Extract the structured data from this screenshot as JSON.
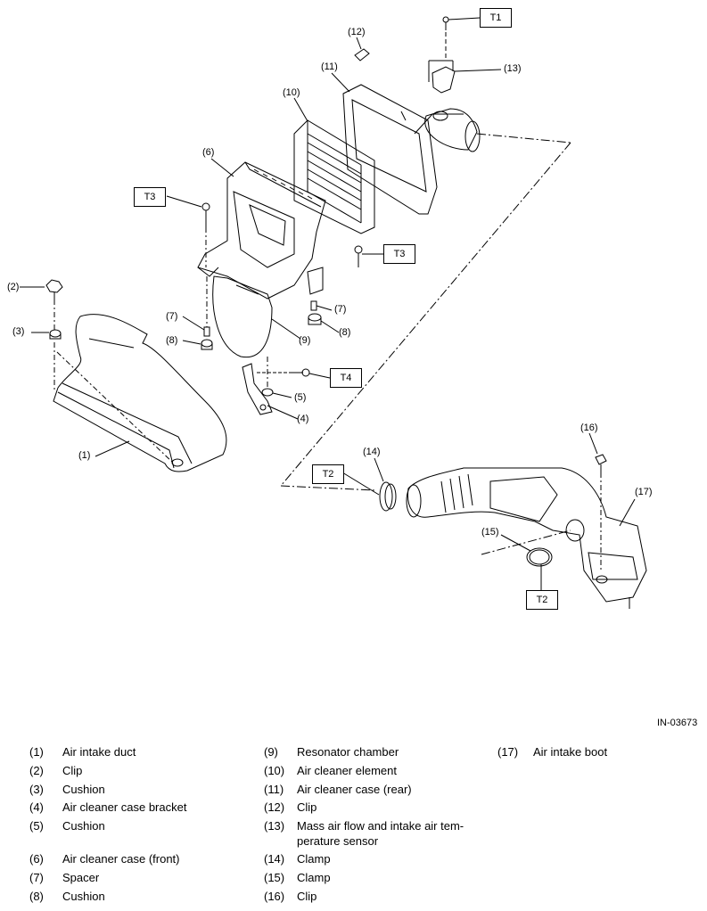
{
  "callouts": {
    "c1": "(1)",
    "c2": "(2)",
    "c3": "(3)",
    "c4": "(4)",
    "c5": "(5)",
    "c6": "(6)",
    "c7a": "(7)",
    "c7b": "(7)",
    "c8a": "(8)",
    "c8b": "(8)",
    "c9": "(9)",
    "c10": "(10)",
    "c11": "(11)",
    "c12": "(12)",
    "c13": "(13)",
    "c14": "(14)",
    "c15": "(15)",
    "c16": "(16)",
    "c17": "(17)"
  },
  "torque_boxes": {
    "t1": "T1",
    "t2a": "T2",
    "t2b": "T2",
    "t3a": "T3",
    "t3b": "T3",
    "t4": "T4"
  },
  "figure_id": "IN-03673",
  "legend": {
    "col1": [
      {
        "num": "(1)",
        "text": "Air intake duct"
      },
      {
        "num": "(2)",
        "text": "Clip"
      },
      {
        "num": "(3)",
        "text": "Cushion"
      },
      {
        "num": "(4)",
        "text": "Air cleaner case bracket"
      },
      {
        "num": "(5)",
        "text": "Cushion"
      },
      {
        "num": "(6)",
        "text": "Air cleaner case (front)"
      },
      {
        "num": "(7)",
        "text": "Spacer"
      },
      {
        "num": "(8)",
        "text": "Cushion"
      }
    ],
    "col2": [
      {
        "num": "(9)",
        "text": "Resonator chamber"
      },
      {
        "num": "(10)",
        "text": "Air cleaner element"
      },
      {
        "num": "(11)",
        "text": "Air cleaner case (rear)"
      },
      {
        "num": "(12)",
        "text": "Clip"
      },
      {
        "num": "(13)",
        "text": "Mass air flow and intake air tem-",
        "text2": "perature sensor"
      },
      {
        "num": "(14)",
        "text": "Clamp"
      },
      {
        "num": "(15)",
        "text": "Clamp"
      },
      {
        "num": "(16)",
        "text": "Clip"
      }
    ],
    "col3": [
      {
        "num": "(17)",
        "text": "Air intake boot"
      }
    ]
  }
}
